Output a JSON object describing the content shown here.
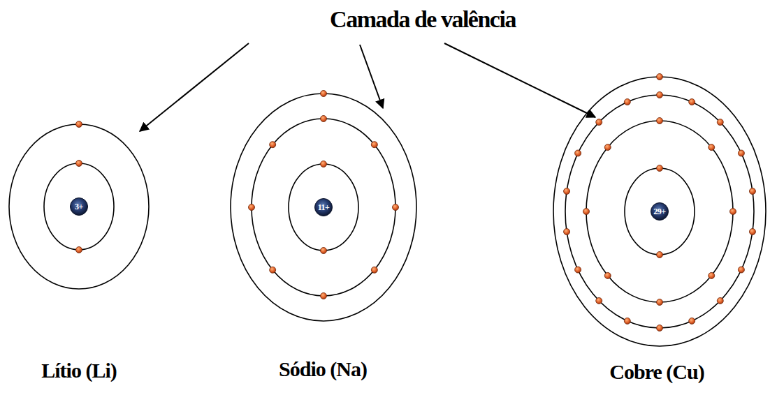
{
  "diagram": {
    "title": "Camada de valência",
    "nodes": [
      {
        "text": [
          "3+"
        ]
      },
      {
        "text": [
          "11+"
        ]
      },
      {
        "text": [
          "29+"
        ]
      }
    ],
    "labels": [
      "Lítio (Li)",
      "Sódio (Na)",
      "Cobre (Cu)"
    ]
  }
}
